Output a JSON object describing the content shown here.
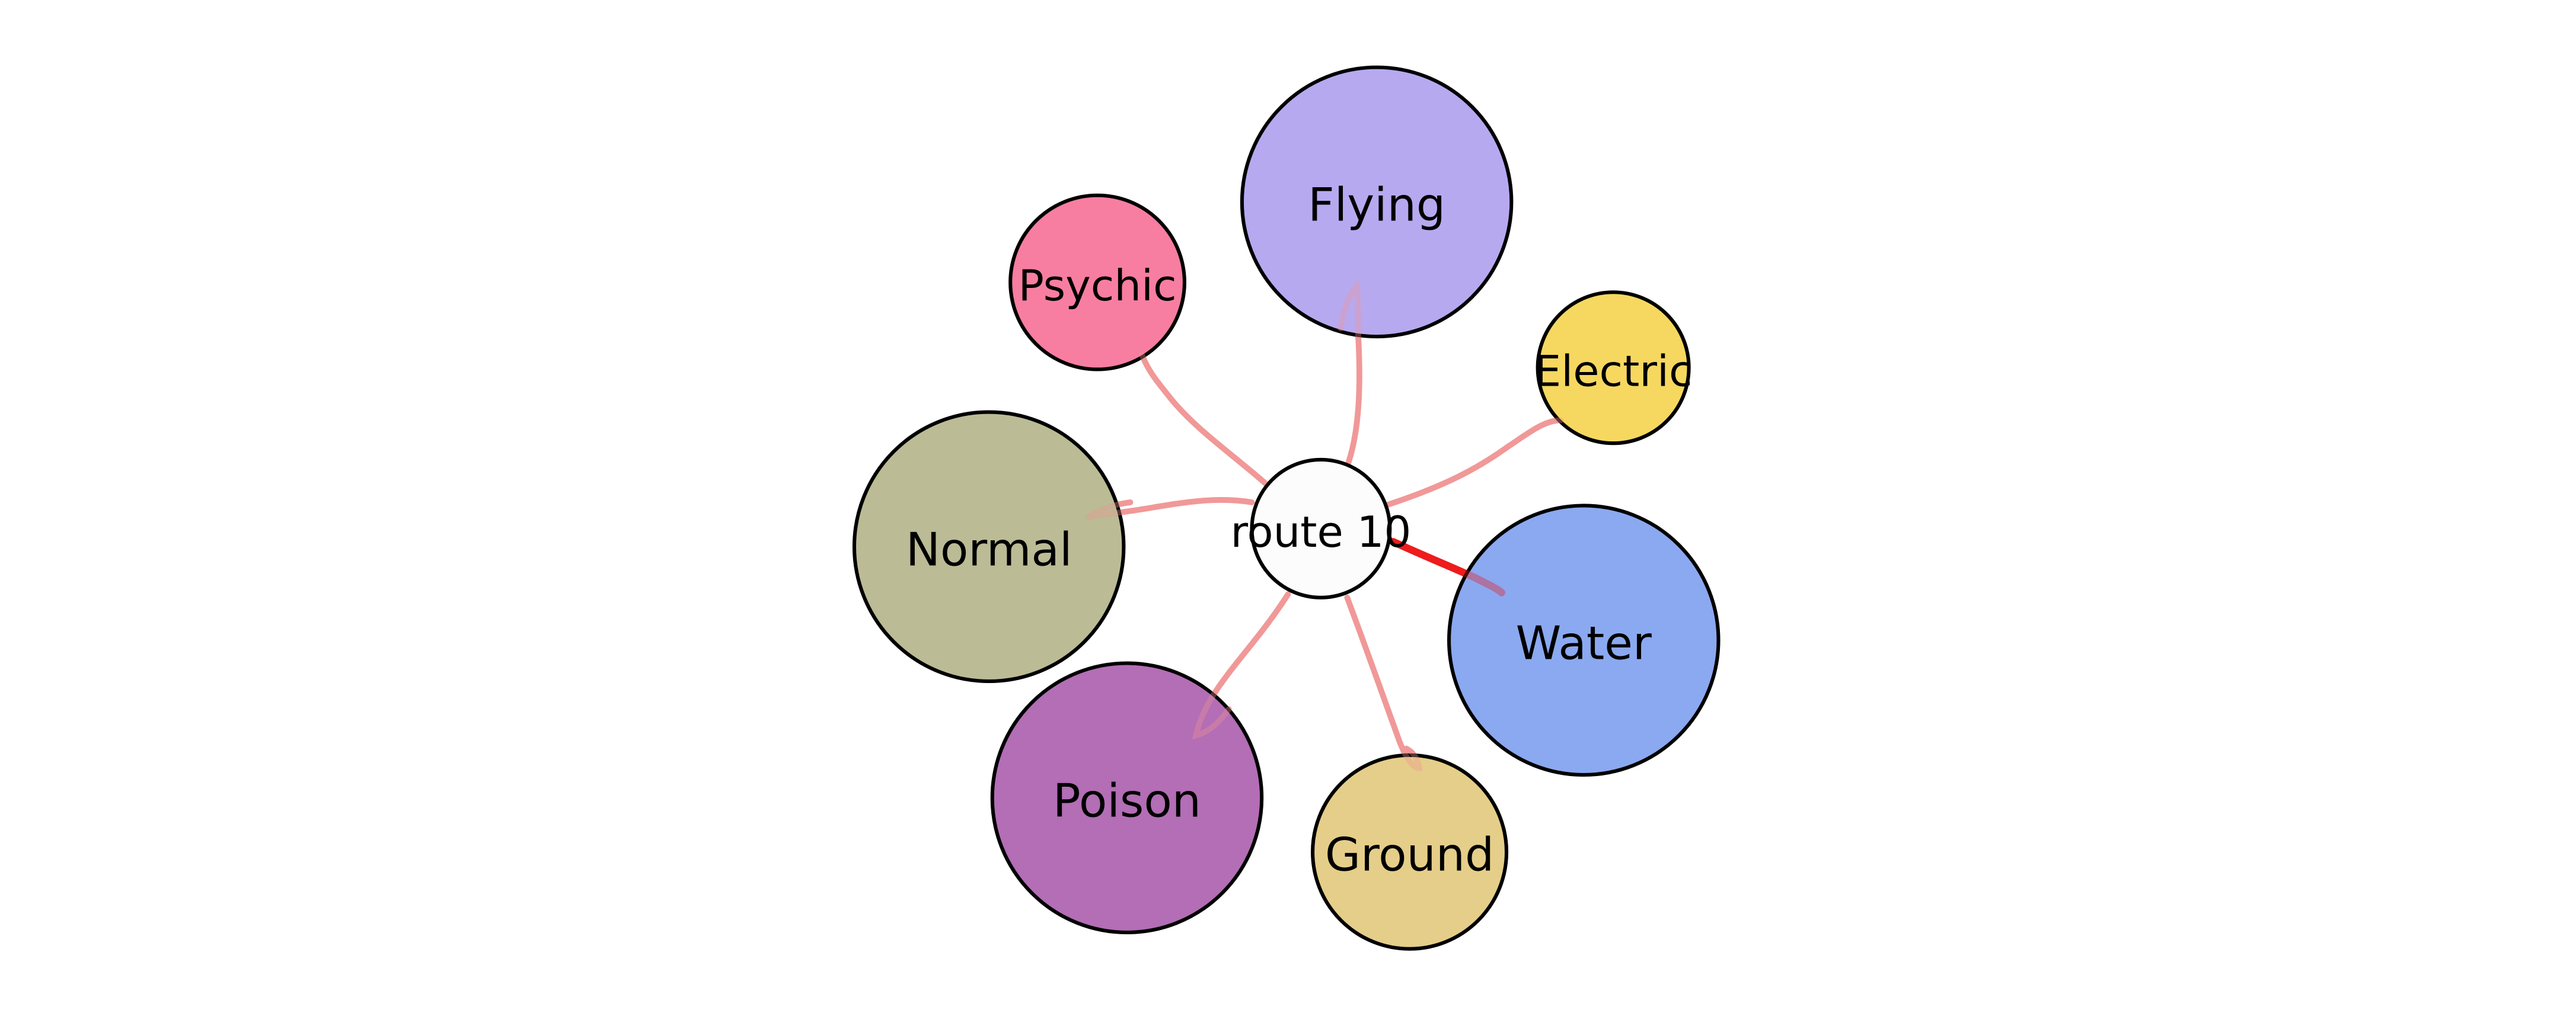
{
  "graph": {
    "center": {
      "label": "route 10",
      "color": "#fcfcfc"
    },
    "nodes": [
      {
        "id": "flying",
        "label": "Flying",
        "color": "#b5a6ef",
        "edge_color": "#f29999"
      },
      {
        "id": "psychic",
        "label": "Psychic",
        "color": "#f77a9e",
        "edge_color": "#f29999"
      },
      {
        "id": "electric",
        "label": "Electric",
        "color": "#f6d75b",
        "edge_color": "#f29999"
      },
      {
        "id": "normal",
        "label": "Normal",
        "color": "#b9b993",
        "edge_color": "#f29999"
      },
      {
        "id": "water",
        "label": "Water",
        "color": "#87a6ef",
        "edge_color": "#ee1c1c"
      },
      {
        "id": "poison",
        "label": "Poison",
        "color": "#b169b3",
        "edge_color": "#f29999"
      },
      {
        "id": "ground",
        "label": "Ground",
        "color": "#e4cc85",
        "edge_color": "#f29999"
      }
    ]
  }
}
